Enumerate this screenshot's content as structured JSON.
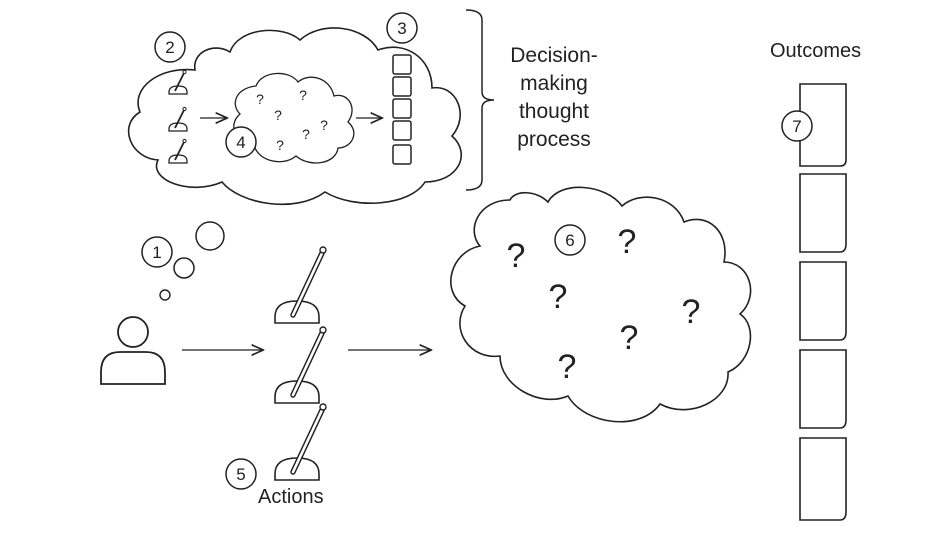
{
  "labels": {
    "thought_process": "Decision-making thought process",
    "outcomes": "Outcomes",
    "actions": "Actions"
  },
  "markers": {
    "m1": "1",
    "m2": "2",
    "m3": "3",
    "m4": "4",
    "m5": "5",
    "m6": "6",
    "m7": "7"
  },
  "symbols": {
    "unknown": "?"
  },
  "icons": {
    "person": "person-icon",
    "lever": "lever-icon",
    "outcome": "outcome-box-icon"
  },
  "colors": {
    "stroke": "#222222",
    "background": "#ffffff"
  }
}
